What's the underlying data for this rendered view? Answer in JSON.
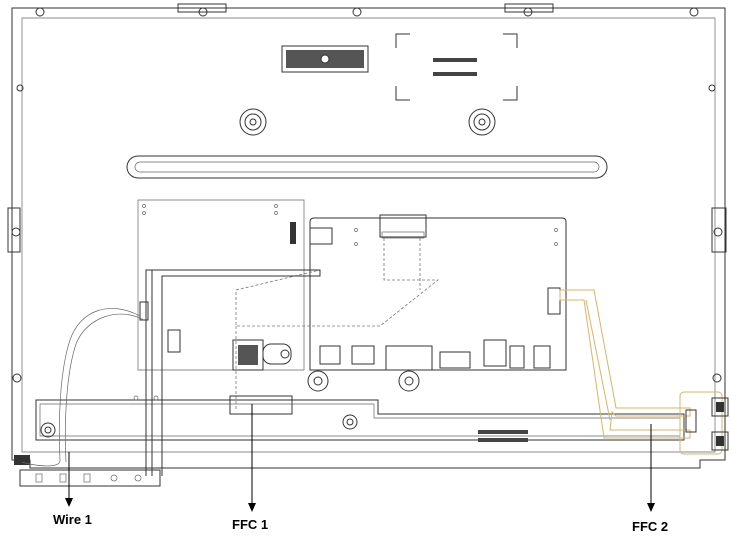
{
  "labels": {
    "wire1": "Wire 1",
    "ffc1": "FFC 1",
    "ffc2": "FFC 2"
  },
  "colors": {
    "line": "#333333",
    "ffc_highlight": "#d9b46a",
    "background": "#ffffff"
  }
}
